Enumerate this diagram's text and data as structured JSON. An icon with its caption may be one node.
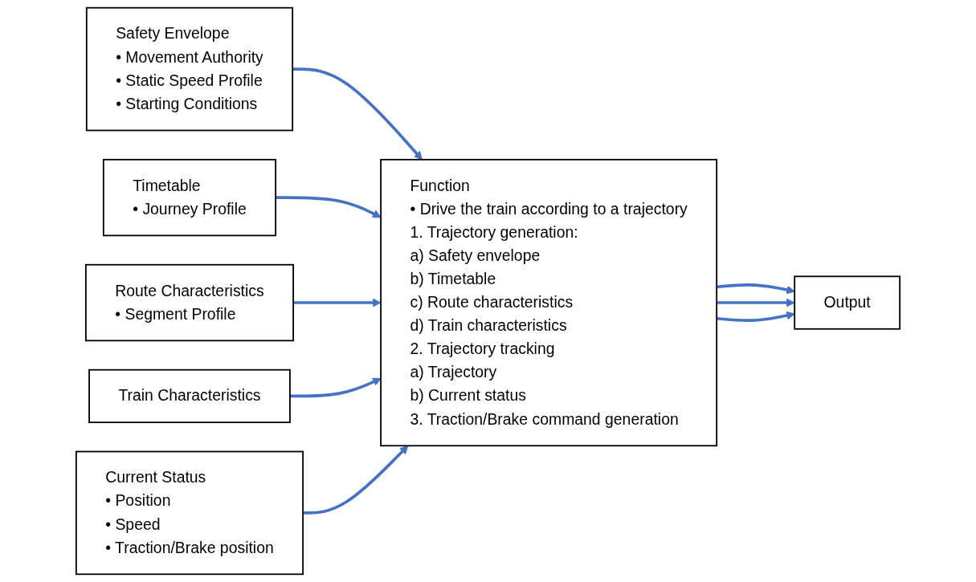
{
  "diagram": {
    "nodes": [
      {
        "text": [
          "Safety Envelope",
          "• Movement Authority",
          "• Static Speed Profile",
          "• Starting Conditions"
        ]
      },
      {
        "text": [
          "Timetable",
          "• Journey Profile"
        ]
      },
      {
        "text": [
          "Route Characteristics",
          "• Segment Profile"
        ]
      },
      {
        "text": [
          "Train Characteristics"
        ]
      },
      {
        "text": [
          "Current Status",
          "• Position",
          "• Speed",
          "• Traction/Brake position"
        ]
      },
      {
        "text": [
          "Function",
          "• Drive the train according to a trajectory",
          "1. Trajectory generation:",
          "a) Safety envelope",
          "b) Timetable",
          "c) Route characteristics",
          "d) Train characteristics",
          "2. Trajectory tracking",
          "a) Trajectory",
          "b) Current status",
          "3. Traction/Brake command generation"
        ]
      },
      {
        "text": [
          "Output"
        ]
      }
    ],
    "edges": [
      {
        "from": 0,
        "to": 5,
        "arrow": "to"
      },
      {
        "from": 1,
        "to": 5,
        "arrow": "to"
      },
      {
        "from": 2,
        "to": 5,
        "arrow": "to"
      },
      {
        "from": 3,
        "to": 5,
        "arrow": "to"
      },
      {
        "from": 4,
        "to": 5,
        "arrow": "to"
      },
      {
        "from": 5,
        "to": 6,
        "arrow": "to"
      },
      {
        "from": 5,
        "to": 6,
        "arrow": "to"
      },
      {
        "from": 5,
        "to": 6,
        "arrow": "to"
      }
    ]
  }
}
